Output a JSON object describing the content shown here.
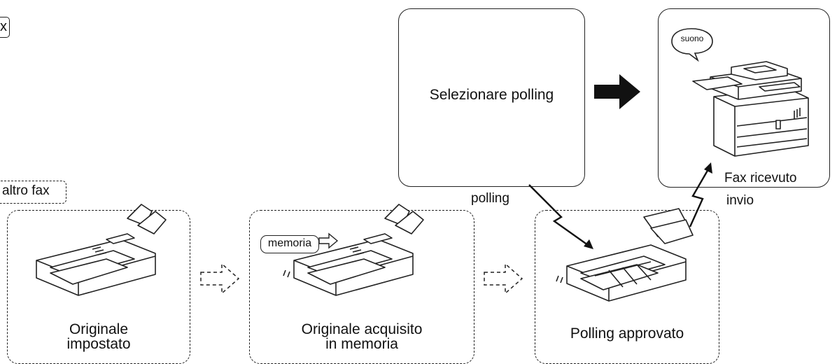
{
  "labels": {
    "corner_fragment": "x",
    "other_fax_tag": "altro fax",
    "select_polling": "Selezionare polling",
    "fax_received": "Fax ricevuto",
    "polling_arrow": "polling",
    "send_arrow": "invio",
    "sound_bubble": "suono",
    "memory_tag": "memoria"
  },
  "steps": [
    {
      "line1": "Originale",
      "line2": "impostato"
    },
    {
      "line1": "Originale acquisito",
      "line2": "in memoria"
    },
    {
      "line1": "Polling approvato",
      "line2": ""
    }
  ]
}
